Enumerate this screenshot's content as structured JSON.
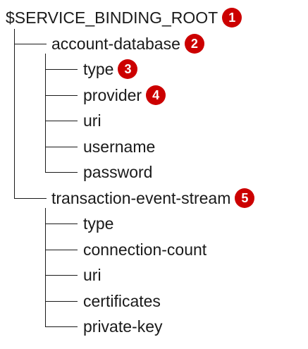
{
  "callout_color": "#cc0000",
  "root": {
    "label": "$SERVICE_BINDING_ROOT",
    "callout": "1"
  },
  "groups": [
    {
      "label": "account-database",
      "callout": "2",
      "children": [
        {
          "label": "type",
          "callout": "3"
        },
        {
          "label": "provider",
          "callout": "4"
        },
        {
          "label": "uri",
          "callout": ""
        },
        {
          "label": "username",
          "callout": ""
        },
        {
          "label": "password",
          "callout": ""
        }
      ]
    },
    {
      "label": "transaction-event-stream",
      "callout": "5",
      "children": [
        {
          "label": "type",
          "callout": ""
        },
        {
          "label": "connection-count",
          "callout": ""
        },
        {
          "label": "uri",
          "callout": ""
        },
        {
          "label": "certificates",
          "callout": ""
        },
        {
          "label": "private-key",
          "callout": ""
        }
      ]
    }
  ]
}
